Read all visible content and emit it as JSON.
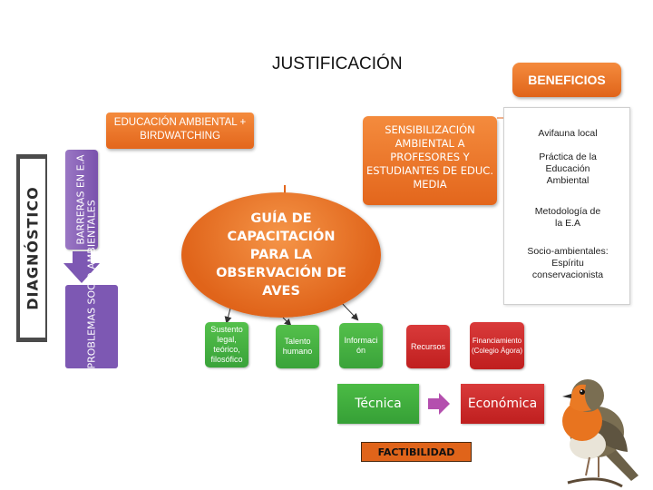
{
  "title": "JUSTIFICACIÓN",
  "beneficios": {
    "label": "BENEFICIOS",
    "items": [
      "Avifauna local",
      "Práctica de la Educación Ambiental",
      "Metodología de la E.A",
      "Socio-ambientales: Espíritu conservacionista"
    ]
  },
  "left": {
    "diagnostico": "DIAGNÓSTICO",
    "barreras": "BARRERAS EN E.A",
    "problemas": "PROBLEMAS SOCIO AMBIENTALES"
  },
  "educacion": "EDUCACIÓN AMBIENTAL + BIRDWATCHING",
  "sensibilizacion": "SENSIBILIZACIÓN AMBIENTAL A PROFESORES Y ESTUDIANTES DE EDUC. MEDIA",
  "guia": "GUÍA DE CAPACITACIÓN PARA LA OBSERVACIÓN DE AVES",
  "squares": {
    "sustento": "Sustento legal, teórico, filosófico",
    "talento": "Talento humano",
    "informacion": "Informaci ón",
    "recursos": "Recursos",
    "financiamiento": "Financiamiento (Colegio Ágora)"
  },
  "tecnica": "Técnica",
  "economica": "Económica",
  "factibilidad": "FACTIBILIDAD",
  "colors": {
    "orange": "#e3661c",
    "purple": "#7d58b3",
    "green": "#3aa33a",
    "red": "#c01f1f"
  }
}
